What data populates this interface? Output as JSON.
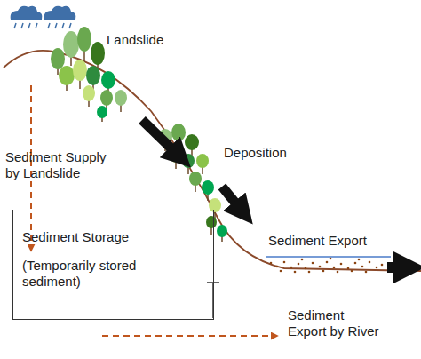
{
  "diagram": {
    "nodes": [
      {
        "text": [
          "Sediment Storage",
          "(Temporarily stored sediment)"
        ]
      }
    ],
    "labels": [
      "Landslide",
      "Deposition",
      "Sediment Supply by Landslide",
      "Sediment Export",
      "Sediment Export by River"
    ]
  }
}
